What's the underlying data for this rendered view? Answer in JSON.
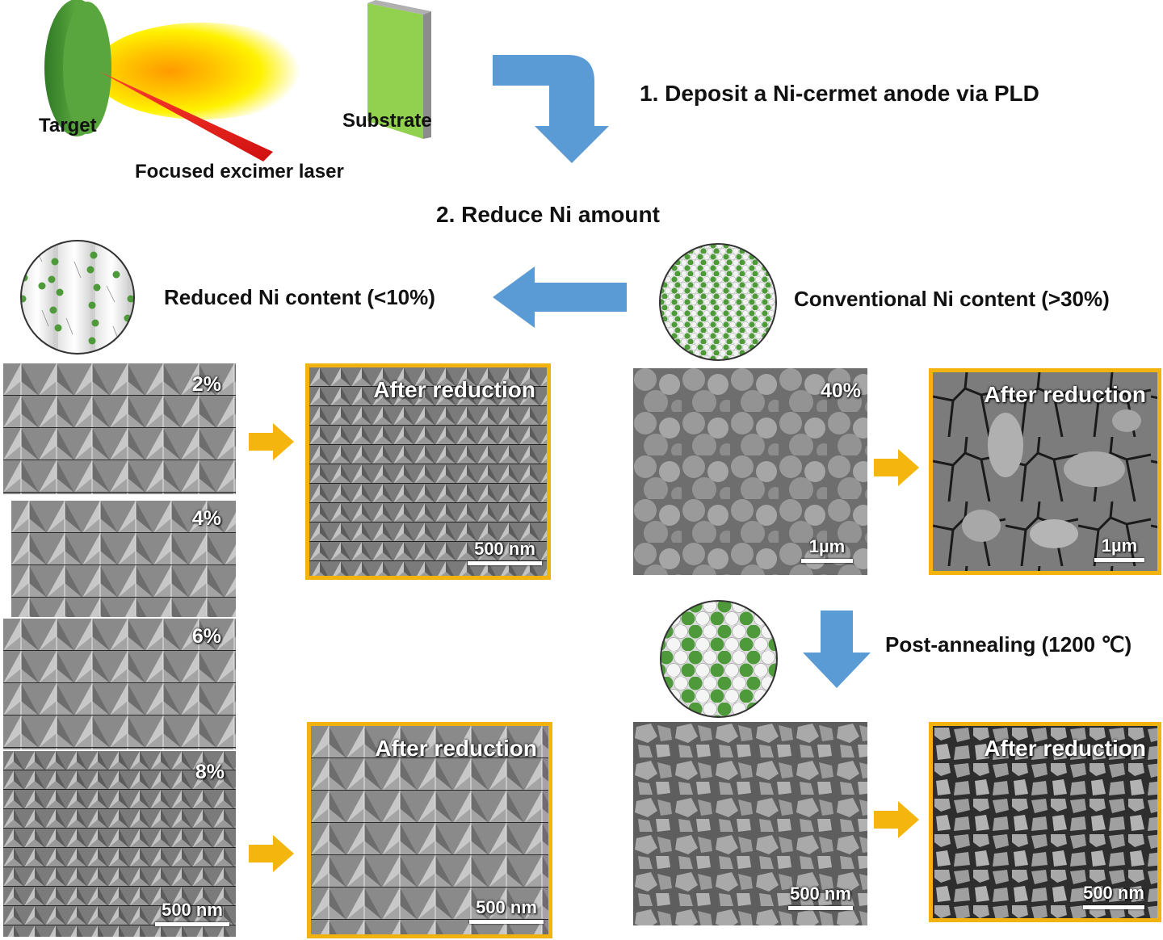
{
  "pld": {
    "target_label": "Target",
    "substrate_label": "Substrate",
    "laser_label": "Focused excimer laser"
  },
  "steps": {
    "step1": "1. Deposit a Ni-cermet anode via PLD",
    "step2": "2. Reduce Ni amount"
  },
  "reduced": {
    "label": "Reduced Ni content (<10%)"
  },
  "conventional": {
    "label": "Conventional Ni content (>30%)"
  },
  "annealing": {
    "label": "Post-annealing (1200 ℃)"
  },
  "sem": {
    "pct_2": "2%",
    "pct_4": "4%",
    "pct_6": "6%",
    "pct_8": "8%",
    "pct_40": "40%",
    "after_reduction": "After reduction",
    "scale_500nm": "500 nm",
    "scale_1um": "1µm"
  },
  "colors": {
    "arrow_blue": "#5b9bd5",
    "arrow_orange": "#f5b50f",
    "frame_orange": "#f2b20f",
    "target_green": "#5aa63e",
    "substrate_green": "#92d050",
    "laser_red": "#e0201b",
    "plume_yellow": "#fff200",
    "ni_green": "#4e9a3a"
  },
  "icons": {
    "down_right_arrow": "blue-turn-arrow-icon",
    "left_arrow": "blue-left-arrow-icon",
    "down_arrow": "blue-down-arrow-icon",
    "right_arrow": "orange-right-arrow-icon"
  }
}
